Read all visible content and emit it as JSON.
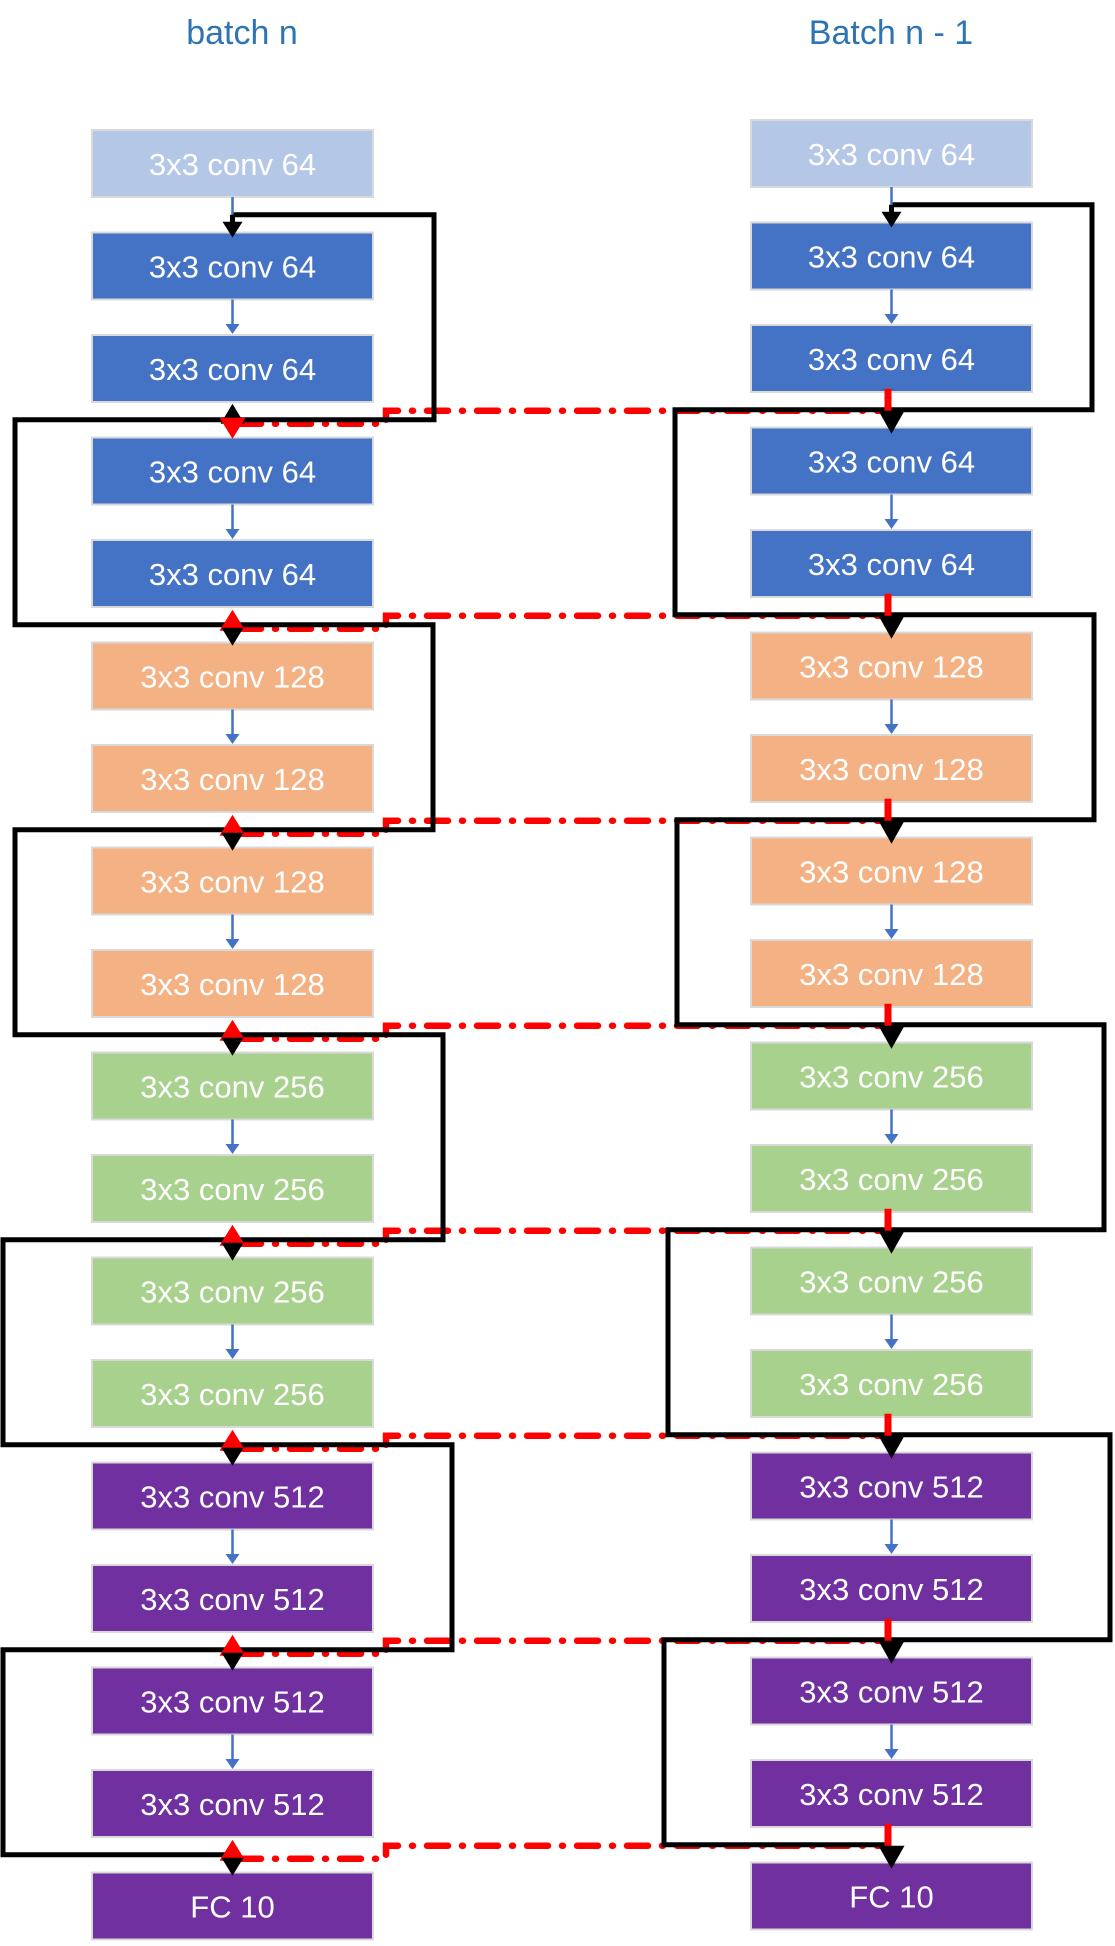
{
  "diagram": {
    "columns": [
      {
        "id": "batch-n",
        "title": "batch n"
      },
      {
        "id": "batch-n-minus-1",
        "title": "Batch n - 1"
      }
    ],
    "layers": [
      {
        "label": "3x3 conv 64",
        "stage": "input"
      },
      {
        "label": "3x3 conv 64",
        "stage": "conv64"
      },
      {
        "label": "3x3 conv 64",
        "stage": "conv64"
      },
      {
        "label": "3x3 conv 64",
        "stage": "conv64"
      },
      {
        "label": "3x3 conv 64",
        "stage": "conv64"
      },
      {
        "label": "3x3 conv 128",
        "stage": "conv128"
      },
      {
        "label": "3x3 conv 128",
        "stage": "conv128"
      },
      {
        "label": "3x3 conv 128",
        "stage": "conv128"
      },
      {
        "label": "3x3 conv 128",
        "stage": "conv128"
      },
      {
        "label": "3x3 conv 256",
        "stage": "conv256"
      },
      {
        "label": "3x3 conv 256",
        "stage": "conv256"
      },
      {
        "label": "3x3 conv 256",
        "stage": "conv256"
      },
      {
        "label": "3x3 conv 256",
        "stage": "conv256"
      },
      {
        "label": "3x3 conv 512",
        "stage": "conv512"
      },
      {
        "label": "3x3 conv 512",
        "stage": "conv512"
      },
      {
        "label": "3x3 conv 512",
        "stage": "conv512"
      },
      {
        "label": "3x3 conv 512",
        "stage": "conv512"
      },
      {
        "label": "FC 10",
        "stage": "fc"
      }
    ],
    "colors": {
      "input": "#b4c7e7",
      "conv64": "#4472c4",
      "conv128": "#f4b183",
      "conv256": "#a9d18e",
      "conv512": "#7030a0",
      "fc": "#7030a0",
      "title_text": "#2e74b5",
      "box_text": "#ffffff",
      "box_border": "#d9d9d9",
      "skip_line": "#000000",
      "cross_batch_line": "#ff0000",
      "flow_arrow": "#4472c4"
    }
  }
}
